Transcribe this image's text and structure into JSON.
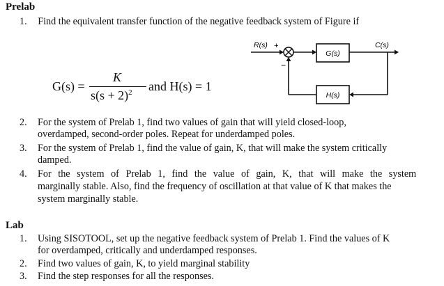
{
  "prelab": {
    "heading": "Prelab",
    "items": [
      {
        "num": "1.",
        "lines": [
          "Find the equivalent transfer function of the negative feedback system of Figure if"
        ]
      },
      {
        "num": "2.",
        "lines": [
          "For the system of Prelab 1, find two values of gain that will yield closed-loop,",
          "overdamped, second-order poles. Repeat for underdamped poles."
        ]
      },
      {
        "num": "3.",
        "lines": [
          "For the system of Prelab 1, find the value of gain, K, that will make the system critically",
          "damped."
        ]
      },
      {
        "num": "4.",
        "lines": [
          "For the system of Prelab 1, find the value of gain, K, that will make the system",
          "marginally stable. Also, find the frequency of oscillation at that value of K that makes the",
          "system marginally stable."
        ]
      }
    ]
  },
  "equation": {
    "lhs": "G(s) =",
    "numerator": "K",
    "denominator": "s(s + 2)",
    "exponent": "2",
    "rhs": "and H(s) = 1"
  },
  "diagram": {
    "input_label": "R(s)",
    "plus_sign": "+",
    "minus_sign": "−",
    "forward_block": "G(s)",
    "feedback_block": "H(s)",
    "output_label": "C(s)"
  },
  "lab": {
    "heading": "Lab",
    "items": [
      {
        "num": "1.",
        "lines": [
          "Using SISOTOOL, set up the negative feedback system of Prelab 1. Find the values of K",
          "for overdamped, critically and underdamped responses."
        ]
      },
      {
        "num": "2.",
        "lines": [
          "Find two values of gain, K, to yield marginal stability"
        ]
      },
      {
        "num": "3.",
        "lines": [
          "Find the step responses for all the responses."
        ]
      }
    ]
  }
}
